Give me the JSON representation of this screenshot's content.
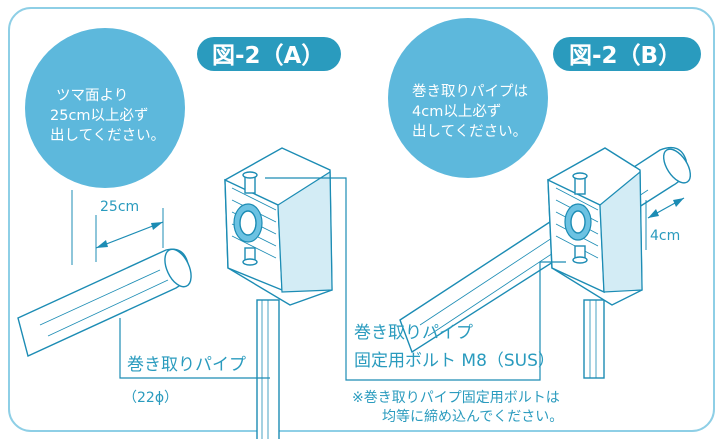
{
  "panel_a": {
    "title": "図-2（A）",
    "bubble_lines": [
      "ツマ面より",
      "25cm以上必ず",
      "出してください。"
    ],
    "dimension": "25cm",
    "pipe_label": "巻き取りパイプ",
    "pipe_size": "（22ϕ）"
  },
  "panel_b": {
    "title": "図-2（B）",
    "bubble_lines": [
      "巻き取りパイプは",
      "4cm以上必ず",
      "出してください。"
    ],
    "dimension": "4cm"
  },
  "bolt_label": {
    "line1": "巻き取りパイプ",
    "line2": "固定用ボルト M8（SUS）"
  },
  "note": {
    "line1": "※巻き取りパイプ固定用ボルトは",
    "line2": "均等に締め込んでください。"
  },
  "colors": {
    "frame": "#8ecfe6",
    "bubble": "#5db8dc",
    "pill": "#2a9bbe",
    "line": "#1c8cb4"
  }
}
